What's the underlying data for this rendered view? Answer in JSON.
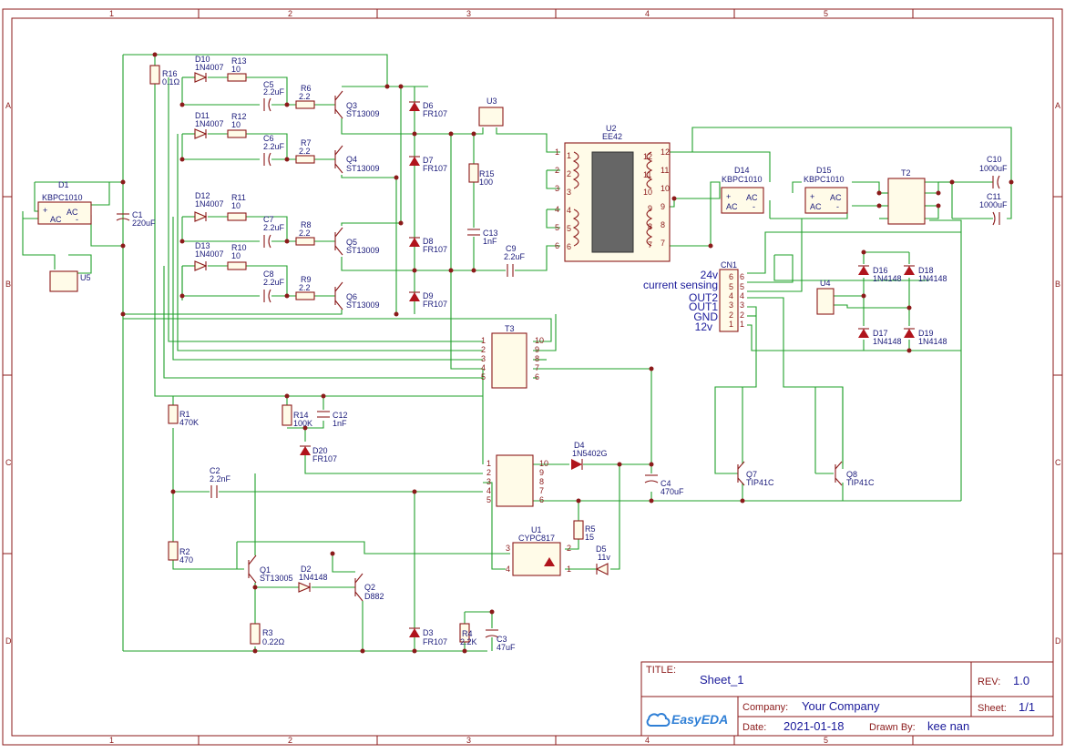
{
  "frame": {
    "columns": [
      "1",
      "2",
      "3",
      "4",
      "5"
    ],
    "rows": [
      "A",
      "B",
      "C",
      "D"
    ]
  },
  "title_block": {
    "title_label": "TITLE:",
    "title": "Sheet_1",
    "rev_label": "REV:",
    "rev": "1.0",
    "company_label": "Company:",
    "company": "Your Company",
    "sheet_label": "Sheet:",
    "sheet": "1/1",
    "date_label": "Date:",
    "date": "2021-01-18",
    "drawn_label": "Drawn By:",
    "drawn_by": "kee nan",
    "logo_text": "EasyEDA"
  },
  "components": {
    "D1": {
      "ref": "D1",
      "value": "KBPC1010"
    },
    "U5": {
      "ref": "U5"
    },
    "C1": {
      "ref": "C1",
      "value": "220uF"
    },
    "R16": {
      "ref": "R16",
      "value": "0.1Ω"
    },
    "D10": {
      "ref": "D10",
      "value": "1N4007"
    },
    "D11": {
      "ref": "D11",
      "value": "1N4007"
    },
    "D12": {
      "ref": "D12",
      "value": "1N4007"
    },
    "D13": {
      "ref": "D13",
      "value": "1N4007"
    },
    "R13": {
      "ref": "R13",
      "value": "10"
    },
    "R12": {
      "ref": "R12",
      "value": "10"
    },
    "R11": {
      "ref": "R11",
      "value": "10"
    },
    "R10": {
      "ref": "R10",
      "value": "10"
    },
    "C5": {
      "ref": "C5",
      "value": "2.2uF"
    },
    "C6": {
      "ref": "C6",
      "value": "2.2uF"
    },
    "C7": {
      "ref": "C7",
      "value": "2.2uF"
    },
    "C8": {
      "ref": "C8",
      "value": "2.2uF"
    },
    "R6": {
      "ref": "R6",
      "value": "2.2"
    },
    "R7": {
      "ref": "R7",
      "value": "2.2"
    },
    "R8": {
      "ref": "R8",
      "value": "2.2"
    },
    "R9": {
      "ref": "R9",
      "value": "2.2"
    },
    "Q3": {
      "ref": "Q3",
      "value": "ST13009"
    },
    "Q4": {
      "ref": "Q4",
      "value": "ST13009"
    },
    "Q5": {
      "ref": "Q5",
      "value": "ST13009"
    },
    "Q6": {
      "ref": "Q6",
      "value": "ST13009"
    },
    "D6": {
      "ref": "D6",
      "value": "FR107"
    },
    "D7": {
      "ref": "D7",
      "value": "FR107"
    },
    "D8": {
      "ref": "D8",
      "value": "FR107"
    },
    "D9": {
      "ref": "D9",
      "value": "FR107"
    },
    "U3": {
      "ref": "U3"
    },
    "R15": {
      "ref": "R15",
      "value": "100"
    },
    "C13": {
      "ref": "C13",
      "value": "1nF"
    },
    "C9": {
      "ref": "C9",
      "value": "2.2uF"
    },
    "U2": {
      "ref": "U2",
      "value": "EE42"
    },
    "D14": {
      "ref": "D14",
      "value": "KBPC1010"
    },
    "D15": {
      "ref": "D15",
      "value": "KBPC1010"
    },
    "T2": {
      "ref": "T2"
    },
    "C10": {
      "ref": "C10",
      "value": "1000uF"
    },
    "C11": {
      "ref": "C11",
      "value": "1000uF"
    },
    "CN1": {
      "ref": "CN1"
    },
    "U4": {
      "ref": "U4"
    },
    "D16": {
      "ref": "D16",
      "value": "1N4148"
    },
    "D17": {
      "ref": "D17",
      "value": "1N4148"
    },
    "D18": {
      "ref": "D18",
      "value": "1N4148"
    },
    "D19": {
      "ref": "D19",
      "value": "1N4148"
    },
    "T3": {
      "ref": "T3"
    },
    "R1": {
      "ref": "R1",
      "value": "470K"
    },
    "R14": {
      "ref": "R14",
      "value": "100K"
    },
    "C12": {
      "ref": "C12",
      "value": "1nF"
    },
    "D20": {
      "ref": "D20",
      "value": "FR107"
    },
    "C2": {
      "ref": "C2",
      "value": "2.2nF"
    },
    "R2": {
      "ref": "R2",
      "value": "470"
    },
    "Q1": {
      "ref": "Q1",
      "value": "ST13005"
    },
    "D2": {
      "ref": "D2",
      "value": "1N4148"
    },
    "Q2": {
      "ref": "Q2",
      "value": "D882"
    },
    "R3": {
      "ref": "R3",
      "value": "0.22Ω"
    },
    "D3": {
      "ref": "D3",
      "value": "FR107"
    },
    "R4": {
      "ref": "R4",
      "value": "2.2K"
    },
    "C3": {
      "ref": "C3",
      "value": "47uF"
    },
    "D4": {
      "ref": "D4",
      "value": "1N5402G"
    },
    "C4": {
      "ref": "C4",
      "value": "470uF"
    },
    "U1": {
      "ref": "U1",
      "value": "CYPC817"
    },
    "R5": {
      "ref": "R5",
      "value": "15"
    },
    "D5": {
      "ref": "D5",
      "value": "11v"
    },
    "Q7": {
      "ref": "Q7",
      "value": "TIP41C"
    },
    "Q8": {
      "ref": "Q8",
      "value": "TIP41C"
    }
  },
  "connector_labels": {
    "v24": "24v",
    "current_sensing": "current sensing",
    "out2": "OUT2",
    "out1": "OUT1",
    "gnd": "GND",
    "v12": "12v"
  },
  "bridge_labels": {
    "plus": "+",
    "ac": "AC",
    "minus": "-"
  }
}
